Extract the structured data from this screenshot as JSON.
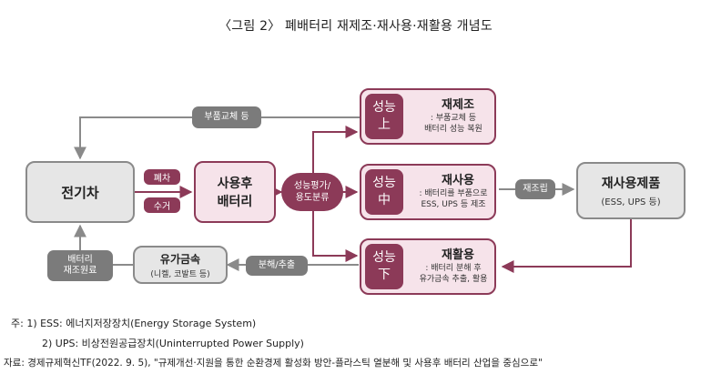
{
  "title": "〈그림 2〉 폐배터리 재제조·재사용·재활용 개념도",
  "nodes": {
    "ev": "전기차",
    "used_battery": [
      "사용후",
      "배터리"
    ],
    "performance_eval": [
      "성능평가/",
      "용도분류"
    ],
    "reuse_product": {
      "title": "재사용제품",
      "sub": "(ESS, UPS 등)"
    },
    "valuable_metals": {
      "title": "유가금속",
      "sub": "(니켈, 코발트 등)"
    }
  },
  "labels": {
    "parts_replace": "부품교체 등",
    "scrap": "폐차",
    "collect": "수거",
    "reassemble": "재조립",
    "disassemble": "분해/추출",
    "battery_material": [
      "배터리",
      "재조원료"
    ]
  },
  "outcomes": [
    {
      "grade": [
        "성능",
        "上"
      ],
      "title": "재제조",
      "desc": [
        ": 부품교체 등",
        "배터리 성능 복원"
      ]
    },
    {
      "grade": [
        "성능",
        "中"
      ],
      "title": "재사용",
      "desc": [
        ": 배터리를 부품으로",
        "ESS, UPS 등 제조"
      ]
    },
    {
      "grade": [
        "성능",
        "下"
      ],
      "title": "재활용",
      "desc": [
        ": 배터리 분해 후",
        "유가금속 추출, 활용"
      ]
    }
  ],
  "notes": [
    "주:  1)  ESS:  에너지저장장치(Energy Storage System)",
    "2)  UPS:  비상전원공급장치(Uninterrupted Power Supply)",
    "자료: 경제규제혁신TF(2022. 9. 5), \"규제개선·지원을 통한 순환경제 활성화 방안-플라스틱 열분해 및 사용후 배터리 산업을 중심으로\""
  ],
  "colors": {
    "maroon": "#8c3a58",
    "pink": "#f6e3ea",
    "gray_fill": "#e6e6e6",
    "gray_border": "#8a8a8a",
    "pill_gray": "#7b7b7b"
  }
}
